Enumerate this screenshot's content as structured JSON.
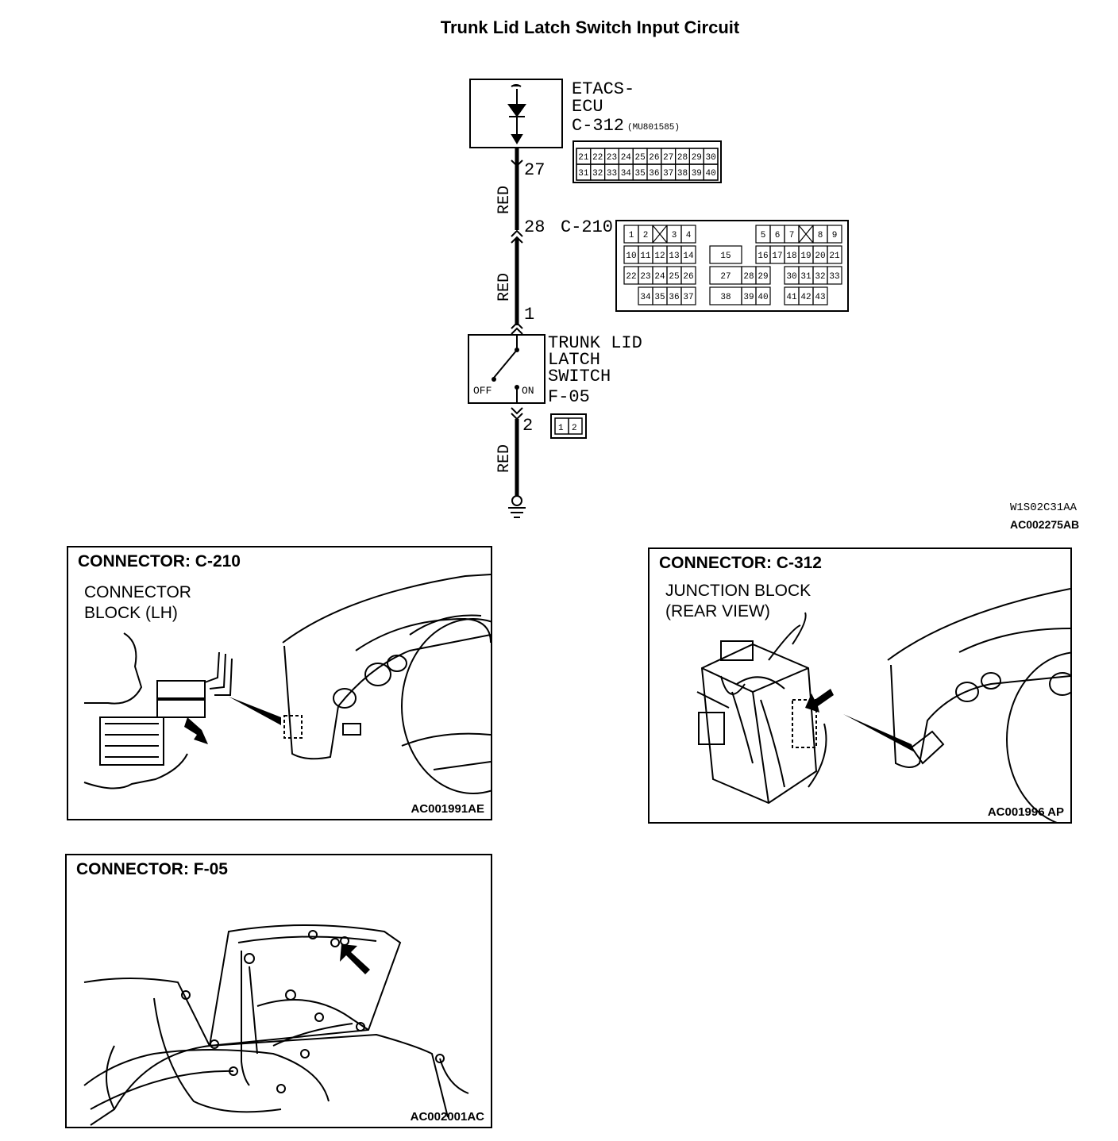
{
  "title": "Trunk Lid Latch Switch Input Circuit",
  "diagram": {
    "ecu": {
      "name_line1": "ETACS-",
      "name_line2": "ECU",
      "connector": "C-312",
      "part": "(MU801585)"
    },
    "c312_pins_row1": [
      "21",
      "22",
      "23",
      "24",
      "25",
      "26",
      "27",
      "28",
      "29",
      "30"
    ],
    "c312_pins_row2": [
      "31",
      "32",
      "33",
      "34",
      "35",
      "36",
      "37",
      "38",
      "39",
      "40"
    ],
    "wire_color": "RED",
    "pin_ecu": "27",
    "pin_c210": "28",
    "c210_label": "C-210",
    "pin_switch_in": "1",
    "pin_switch_out": "2",
    "switch": {
      "line1": "TRUNK LID",
      "line2": "LATCH",
      "line3": "SWITCH",
      "connector": "F-05",
      "off": "OFF",
      "on": "ON"
    },
    "f05_pins": [
      "1",
      "2"
    ],
    "c210_pins": {
      "row1_left": [
        "1",
        "2",
        "",
        "3",
        "4"
      ],
      "row1_right": [
        "5",
        "6",
        "7",
        "",
        "8",
        "9"
      ],
      "row2_left": [
        "10",
        "11",
        "12",
        "13",
        "14"
      ],
      "row2_mid": "15",
      "row2_right": [
        "16",
        "17",
        "18",
        "19",
        "20",
        "21"
      ],
      "row3_left": [
        "22",
        "23",
        "24",
        "25",
        "26"
      ],
      "row3_mid": [
        "27",
        "28",
        "29"
      ],
      "row3_right": [
        "30",
        "31",
        "32",
        "33"
      ],
      "row4_left": [
        "34",
        "35",
        "36",
        "37"
      ],
      "row4_mid": [
        "38",
        "39",
        "40"
      ],
      "row4_right": [
        "41",
        "42",
        "43"
      ]
    },
    "code1": "W1S02C31AA",
    "code2": "AC002275AB"
  },
  "panels": {
    "c210": {
      "title": "CONNECTOR: C-210",
      "sub1": "CONNECTOR",
      "sub2": "BLOCK (LH)",
      "code": "AC001991AE"
    },
    "c312": {
      "title": "CONNECTOR: C-312",
      "sub1": "JUNCTION BLOCK",
      "sub2": "(REAR VIEW)",
      "code": "AC001996 AP"
    },
    "f05": {
      "title": "CONNECTOR: F-05",
      "code": "AC002001AC"
    }
  }
}
